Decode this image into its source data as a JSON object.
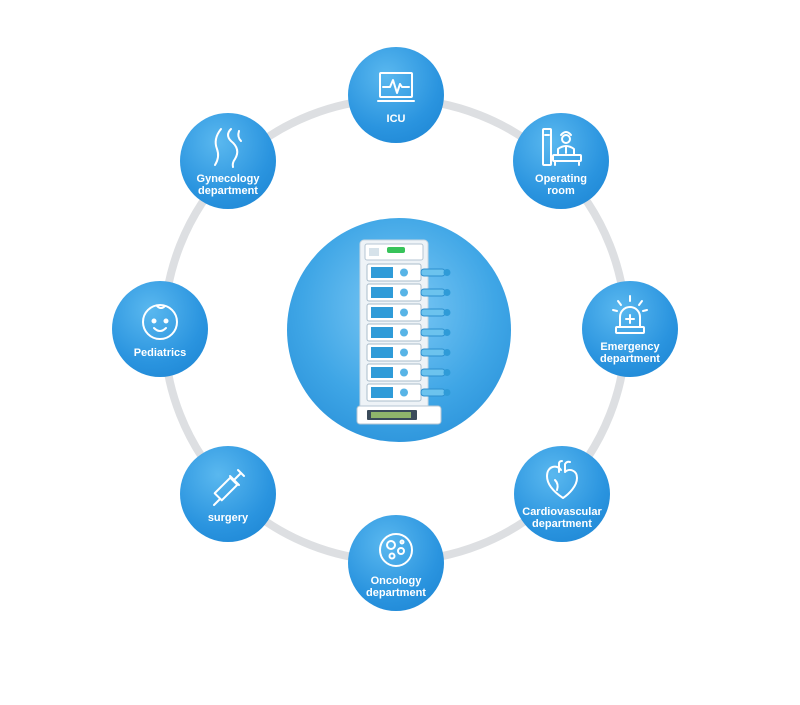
{
  "nodes": {
    "icu": {
      "label": "ICU"
    },
    "operating_room": {
      "label": "Operating\nroom"
    },
    "emergency": {
      "label": "Emergency\ndepartment"
    },
    "cardiovascular": {
      "label": "Cardiovascular\ndepartment"
    },
    "oncology": {
      "label": "Oncology\ndepartment"
    },
    "surgery": {
      "label": "surgery"
    },
    "pediatrics": {
      "label": "Pediatrics"
    },
    "gynecology": {
      "label": "Gynecology\ndepartment"
    }
  },
  "colors": {
    "node_fill": "#2a94df",
    "ring": "#dddfe2",
    "center_fill": "#3fa6e6",
    "icon_white": "#ffffff"
  }
}
